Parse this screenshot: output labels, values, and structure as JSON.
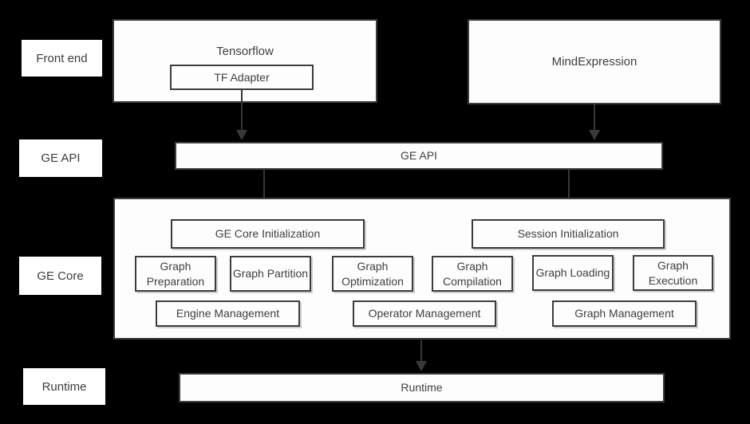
{
  "colors": {
    "background": "#000000",
    "box_fill": "#fdfdfd",
    "border": "#3d3d3d",
    "text": "#3f3f3f",
    "arrow": "#383838"
  },
  "row_labels": {
    "front_end": "Front end",
    "ge_api": "GE API",
    "ge_core": "GE Core",
    "runtime": "Runtime"
  },
  "front_end": {
    "tensorflow_label": "Tensorflow",
    "tf_adapter_label": "TF Adapter",
    "mind_expression_label": "MindExpression"
  },
  "ge_api_bar": {
    "label": "GE API"
  },
  "ge_core": {
    "ge_core_init_label": "GE Core Initialization",
    "session_init_label": "Session Initialization",
    "stages": [
      "Graph Preparation",
      "Graph Partition",
      "Graph Optimization",
      "Graph Compilation",
      "Graph Loading",
      "Graph Execution"
    ],
    "management": [
      "Engine Management",
      "Operator Management",
      "Graph Management"
    ]
  },
  "runtime_bar": {
    "label": "Runtime"
  }
}
